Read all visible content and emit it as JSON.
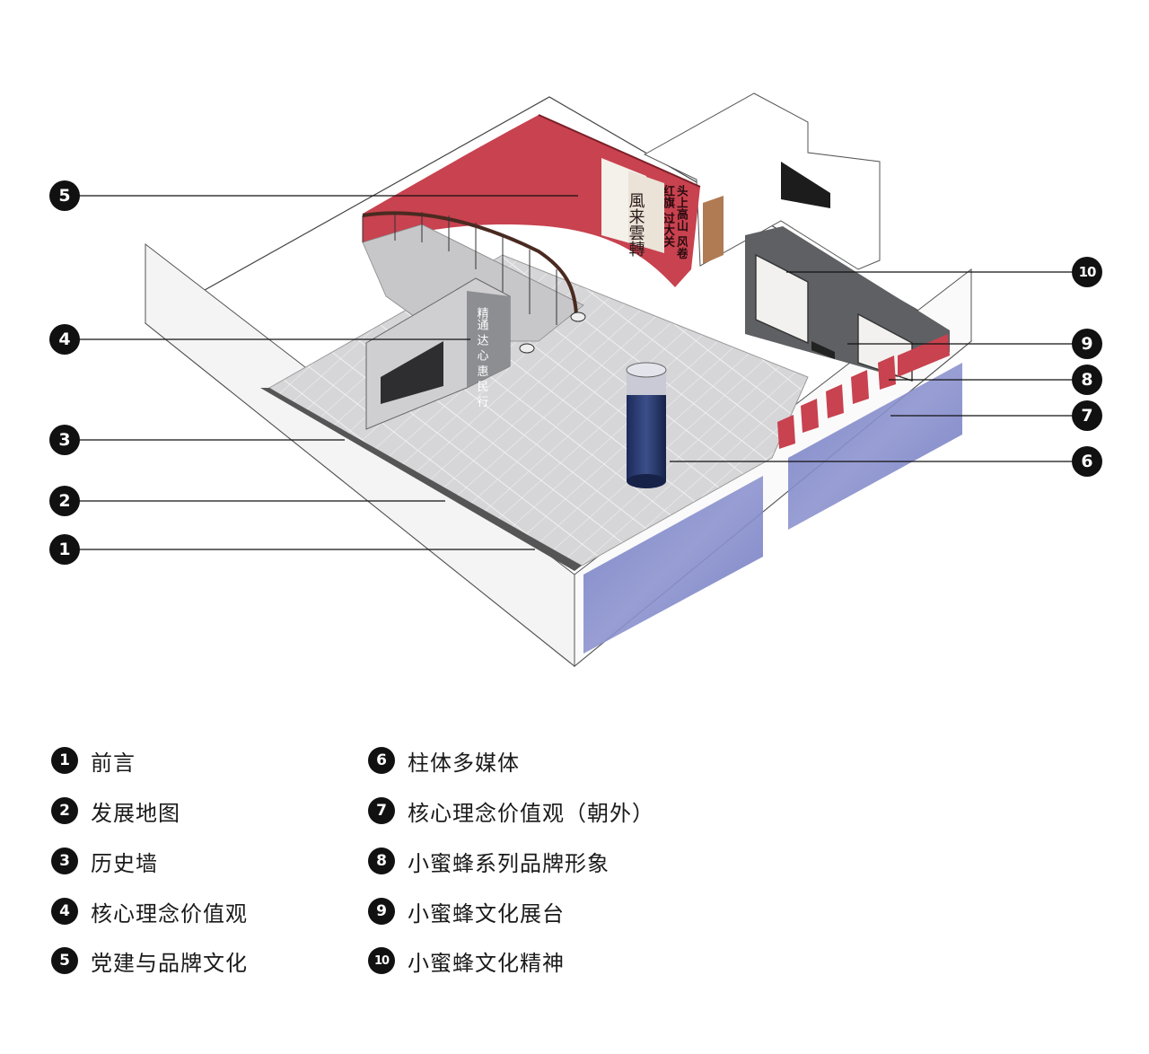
{
  "markers": [
    {
      "num": "1",
      "label": "前言"
    },
    {
      "num": "2",
      "label": "发展地图"
    },
    {
      "num": "3",
      "label": "历史墙"
    },
    {
      "num": "4",
      "label": "核心理念价值观"
    },
    {
      "num": "5",
      "label": "党建与品牌文化"
    },
    {
      "num": "6",
      "label": "柱体多媒体"
    },
    {
      "num": "7",
      "label": "核心理念价值观（朝外）"
    },
    {
      "num": "8",
      "label": "小蜜蜂系列品牌形象"
    },
    {
      "num": "9",
      "label": "小蜜蜂文化展台"
    },
    {
      "num": "10",
      "label": "小蜜蜂文化精神"
    }
  ],
  "wall_text": {
    "red_wall_slogan": "头上高山 风卷红旗 过大关",
    "calligraphy": "風来雲轉",
    "core_values_panel": "精通 达 心 惠 民 行"
  },
  "colors": {
    "red_wall": "#c8424f",
    "grey_panel": "#5f6063",
    "floor": "#d9d9db",
    "glass": "#7d86c8",
    "marker": "#111111"
  }
}
